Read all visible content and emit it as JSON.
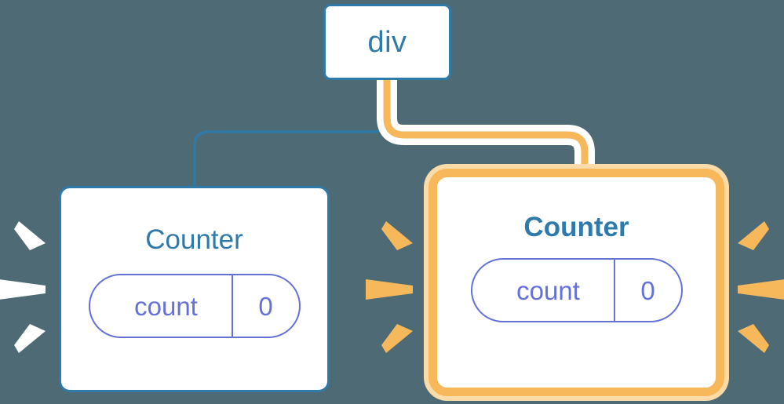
{
  "diagram": {
    "type": "component-tree",
    "background_color": "#4E6A75",
    "accent_blue": "#2E7AAA",
    "accent_orange": "#F7B85C",
    "accent_orange_halo": "#FBDCA8",
    "accent_purple": "#6472D8",
    "root": {
      "label": "div"
    },
    "children": [
      {
        "title": "Counter",
        "highlighted": false,
        "border_color": "#2E7AAA",
        "state": {
          "key": "count",
          "value": "0"
        },
        "burst_color": "#FFFFFF"
      },
      {
        "title": "Counter",
        "highlighted": true,
        "border_color": "#F7B85C",
        "state": {
          "key": "count",
          "value": "0"
        },
        "burst_color": "#F7B85C"
      }
    ],
    "edges": [
      {
        "from": "div",
        "to": "counter-left",
        "color": "#2E7AAA",
        "style": "thin",
        "highlighted": false
      },
      {
        "from": "div",
        "to": "counter-right",
        "color": "#F7B85C",
        "style": "thick-with-halo",
        "highlighted": true
      }
    ],
    "bursts": [
      {
        "name": "burst-left-outer",
        "color": "#FFFFFF",
        "rays": 3
      },
      {
        "name": "burst-middle",
        "color": "#F7B85C",
        "rays": 3
      },
      {
        "name": "burst-right-outer",
        "color": "#F7B85C",
        "rays": 3
      }
    ]
  }
}
